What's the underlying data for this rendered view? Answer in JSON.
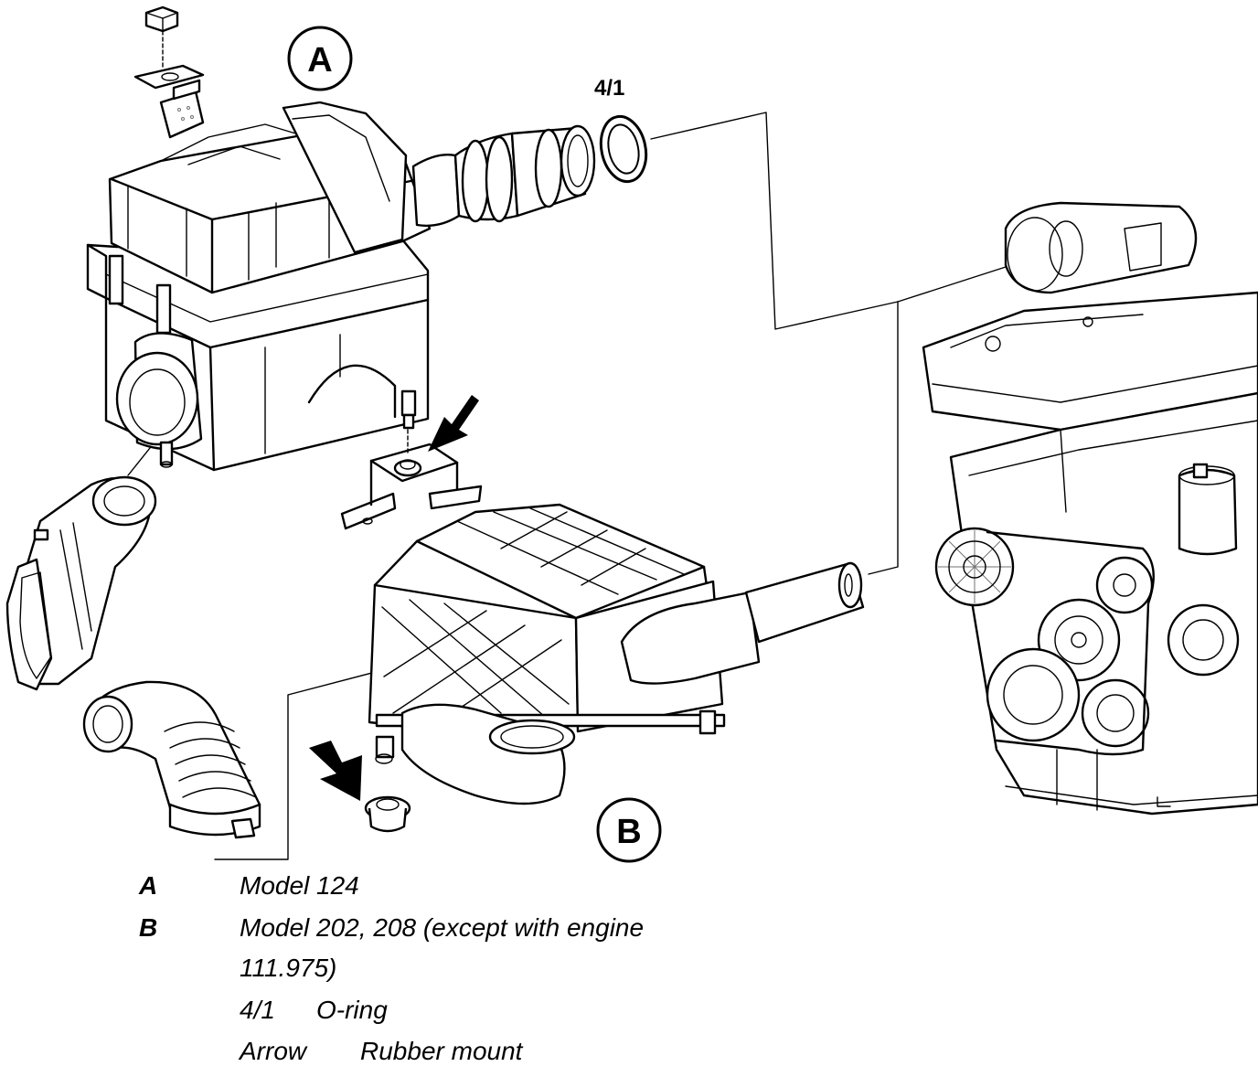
{
  "diagram": {
    "callouts": {
      "a": "A",
      "b": "B"
    },
    "part_ref": "4/1"
  },
  "legend": {
    "a": {
      "key": "A",
      "text": "Model 124"
    },
    "b": {
      "key": "B",
      "text_line1": "Model 202, 208 (except with engine",
      "text_line2": "111.975)"
    },
    "oring": {
      "key": "4/1",
      "text": "O-ring"
    },
    "arrow": {
      "key": "Arrow",
      "text": "Rubber mount"
    }
  }
}
